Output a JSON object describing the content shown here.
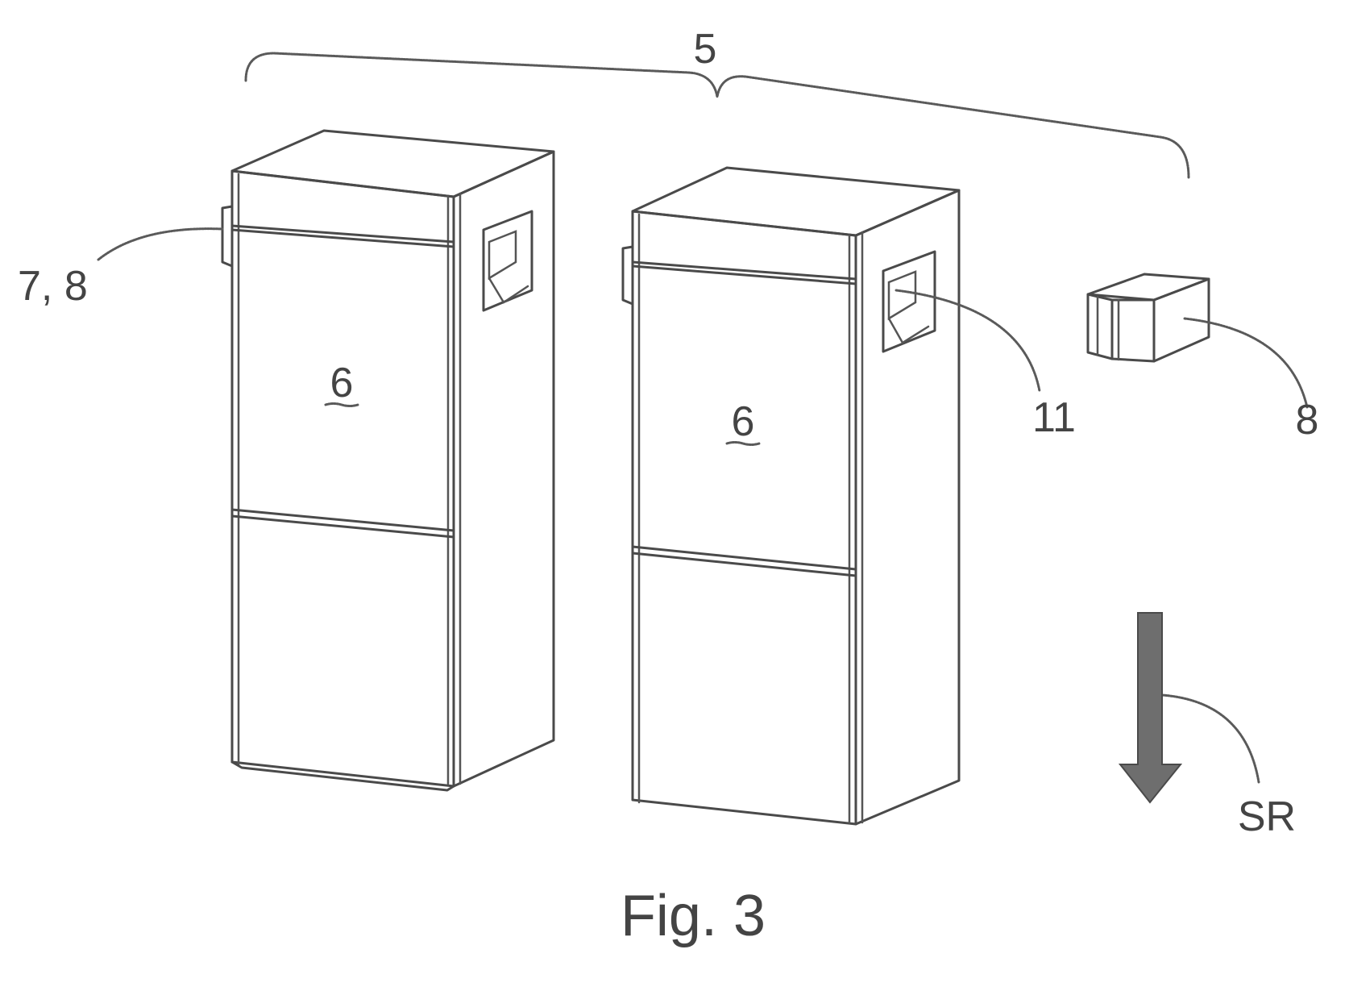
{
  "figure": {
    "caption": "Fig. 3",
    "labels": {
      "group": "5",
      "module_left": "6",
      "module_right": "6",
      "connector_left": "7, 8",
      "handle_recess": "11",
      "connector_loose": "8",
      "direction": "SR"
    }
  },
  "colors": {
    "line": "#4a4a4a",
    "arrow_fill": "#6e6e6e",
    "background": "#ffffff"
  }
}
